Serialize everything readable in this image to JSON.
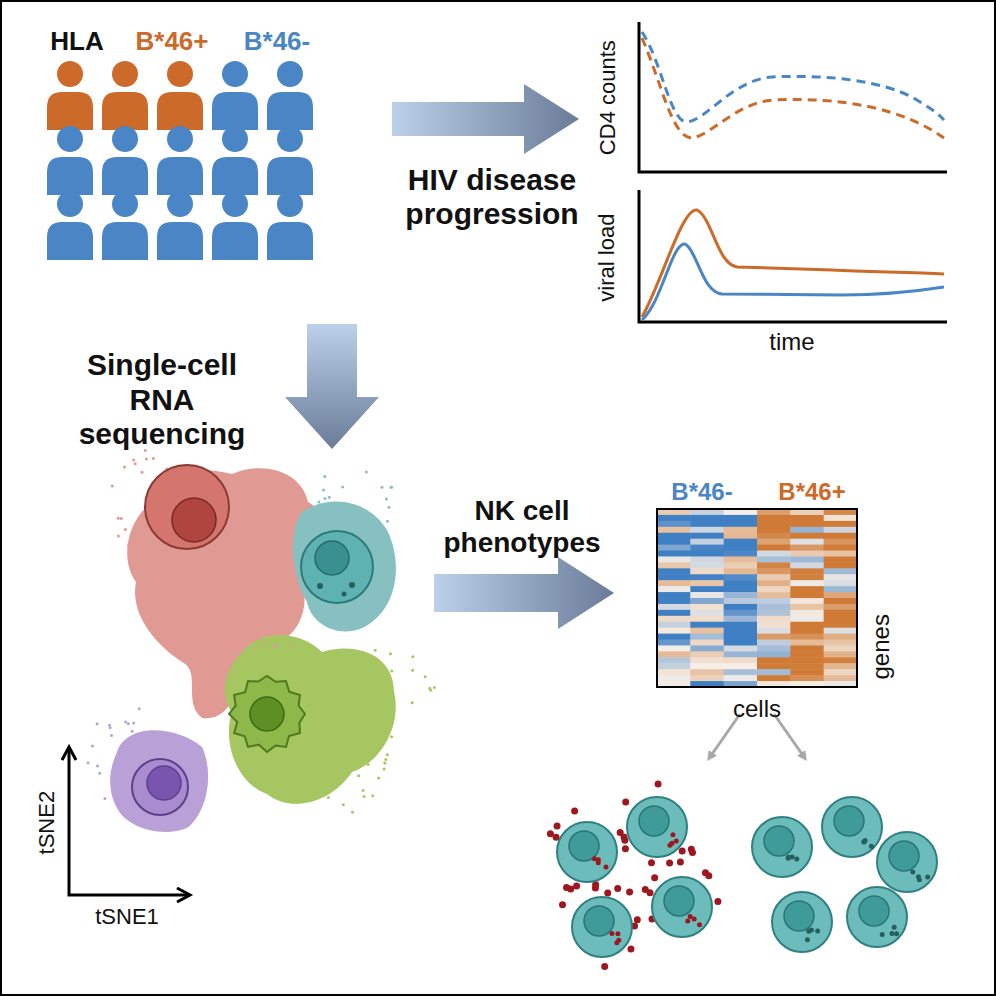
{
  "diagram": {
    "labels": [
      "HLA",
      "B*46+",
      "B*46-",
      "HIV disease progression",
      "CD4 counts",
      "viral load",
      "time",
      "Single-cell RNA sequencing",
      "tSNE2",
      "tSNE1",
      "NK cell phenotypes",
      "B*46-",
      "B*46+",
      "genes",
      "cells"
    ]
  }
}
